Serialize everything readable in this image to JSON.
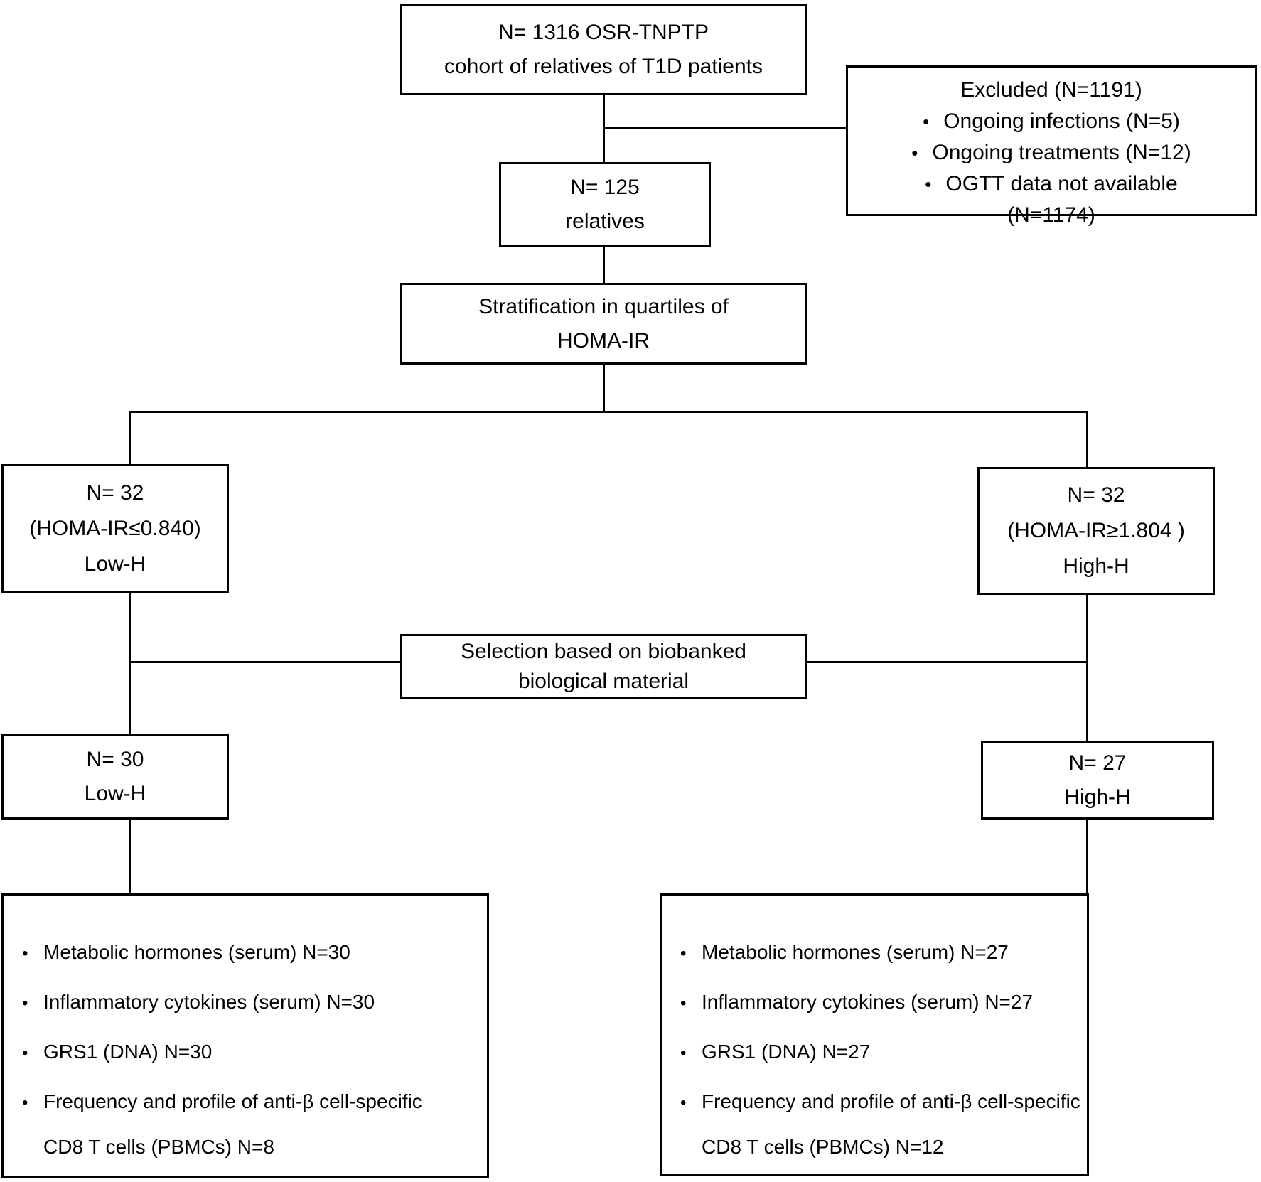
{
  "bullet_glyph": "•",
  "colors": {
    "line": "#000000",
    "background": "#ffffff",
    "text": "#000000"
  },
  "top_box": {
    "line1": "N= 1316 OSR-TNPTP",
    "line2": "cohort of relatives of T1D patients"
  },
  "excluded_box": {
    "title": "Excluded (N=1191)",
    "items": [
      "Ongoing infections (N=5)",
      "Ongoing treatments (N=12)"
    ],
    "item3_line1": "OGTT data not available",
    "item3_line2": "(N=1174)"
  },
  "relatives_box": {
    "line1": "N= 125",
    "line2": "relatives"
  },
  "stratification_box": {
    "line1": "Stratification in quartiles of",
    "line2": "HOMA-IR"
  },
  "low_quartile_box": {
    "line1": "N= 32",
    "line2": "(HOMA-IR≤0.840)",
    "line3": "Low-H"
  },
  "high_quartile_box": {
    "line1": "N= 32",
    "line2": "(HOMA-IR≥1.804 )",
    "line3": "High-H"
  },
  "selection_box": {
    "line1": "Selection based on biobanked",
    "line2": "biological material"
  },
  "low_selected_box": {
    "line1": "N= 30",
    "line2": "Low-H"
  },
  "high_selected_box": {
    "line1": "N= 27",
    "line2": "High-H"
  },
  "low_outcomes_box": {
    "items": [
      "Metabolic hormones (serum) N=30",
      "Inflammatory cytokines (serum) N=30",
      "GRS1 (DNA) N=30"
    ],
    "item4_line1": "Frequency and profile of anti-β cell-specific",
    "item4_line2": "CD8 T cells (PBMCs) N=8"
  },
  "high_outcomes_box": {
    "items": [
      "Metabolic hormones (serum) N=27",
      "Inflammatory cytokines (serum) N=27",
      "GRS1 (DNA) N=27"
    ],
    "item4_line1": "Frequency and profile of anti-β cell-specific",
    "item4_line2": "CD8 T cells (PBMCs) N=12"
  }
}
